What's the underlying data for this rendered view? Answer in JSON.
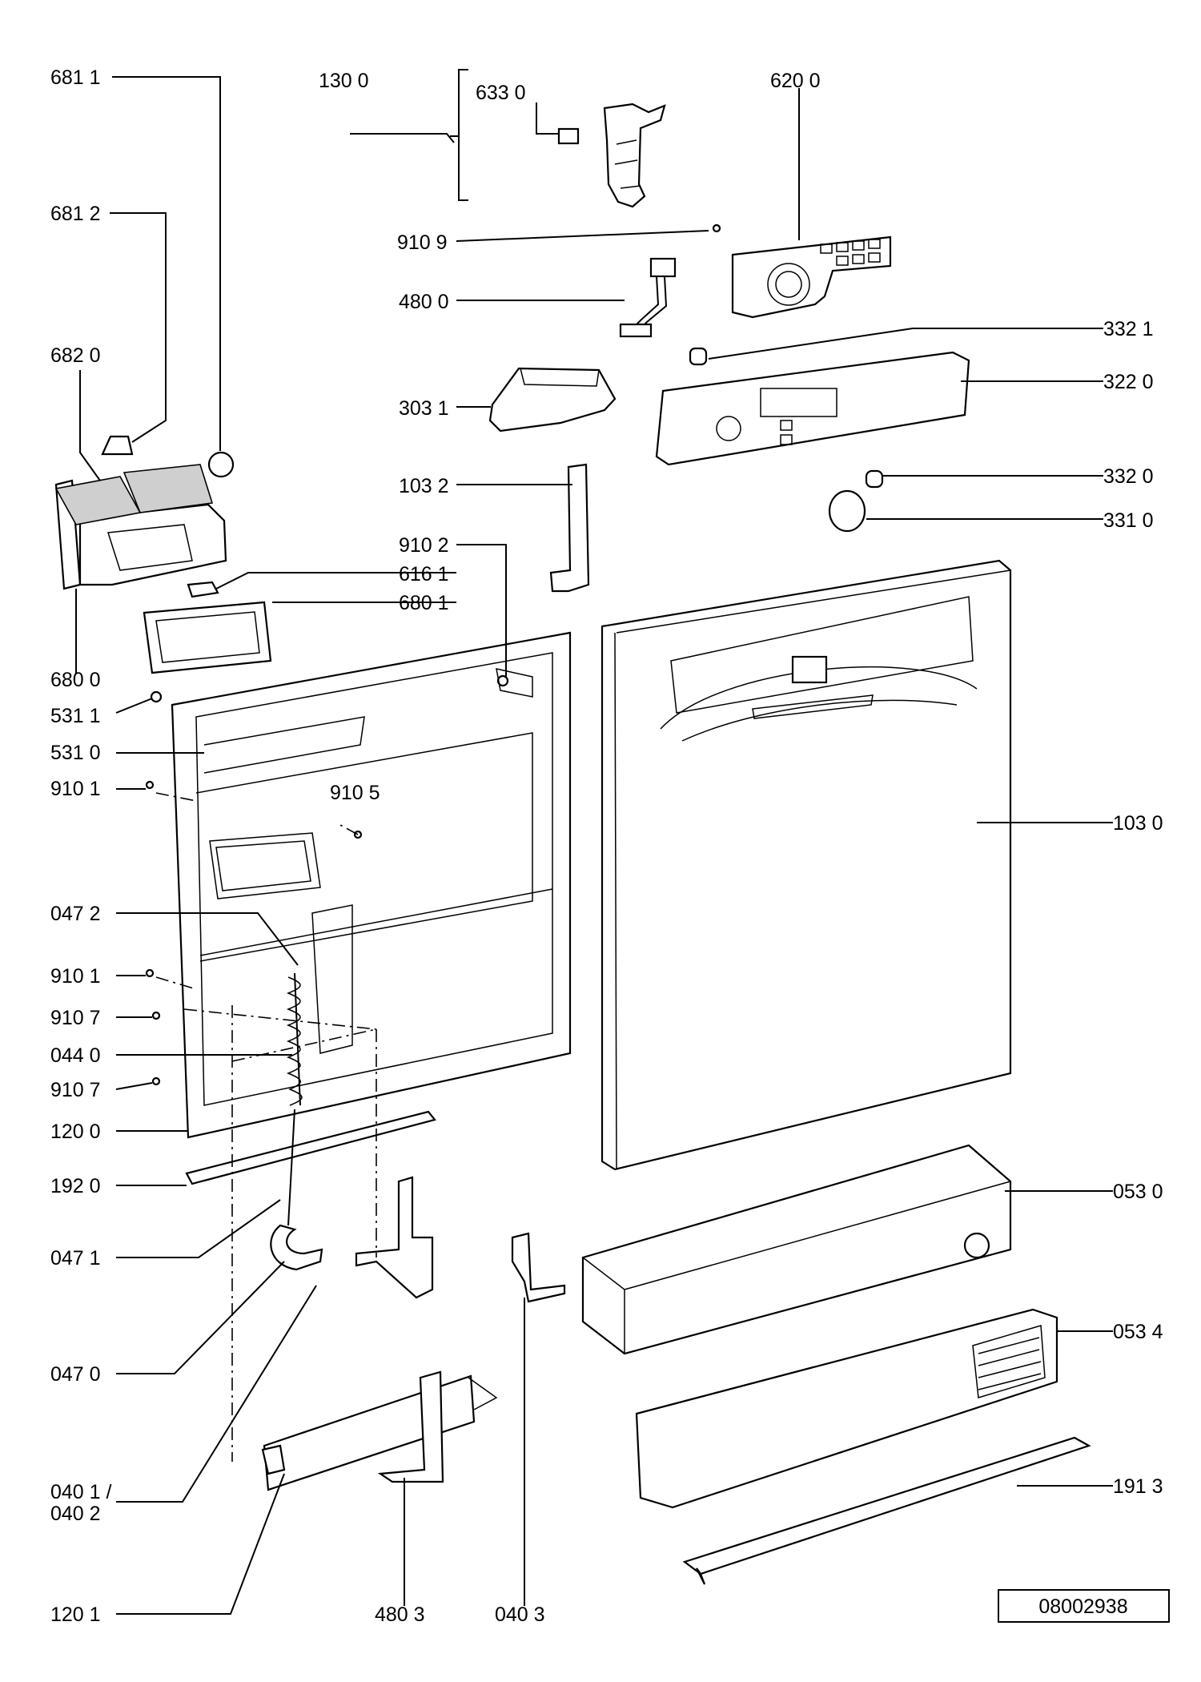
{
  "diagram": {
    "doc_number": "08002938",
    "labels": {
      "l6811": "681 1",
      "l6812": "681 2",
      "l6820": "682 0",
      "l6800": "680 0",
      "l1300": "130 0",
      "l6330": "633 0",
      "l6200": "620 0",
      "l9109": "910 9",
      "l4800": "480 0",
      "l3031": "303 1",
      "l3321a": "332 1",
      "l3220": "322 0",
      "l1032": "103 2",
      "l3320": "332 0",
      "l3310": "331 0",
      "l9102": "910 2",
      "l6161": "616 1",
      "l6801": "680 1",
      "l5311": "531 1",
      "l5310": "531 0",
      "l9101a": "910 1",
      "l9105": "910 5",
      "l1030": "103 0",
      "l0472": "047 2",
      "l9101b": "910 1",
      "l9107a": "910 7",
      "l0440": "044 0",
      "l9107b": "910 7",
      "l1200": "120 0",
      "l1920": "192 0",
      "l0530": "053 0",
      "l0471": "047 1",
      "l0534": "053 4",
      "l0470": "047 0",
      "l0401a": "040 1 /",
      "l0401b": "040 2",
      "l1913": "191 3",
      "l1201": "120 1",
      "l4803": "480 3",
      "l0403": "040 3"
    }
  }
}
